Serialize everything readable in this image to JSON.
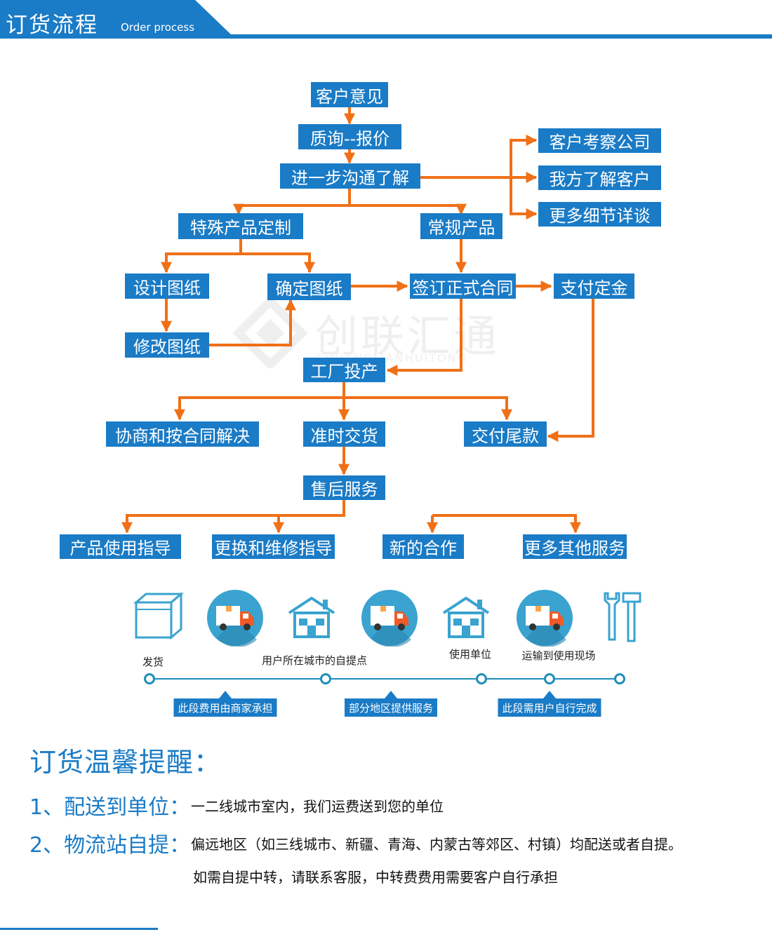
{
  "header": {
    "title": "订货流程",
    "subtitle": "Order process",
    "accent": "#1a7bc6"
  },
  "watermark": {
    "text": "创联汇通",
    "sub": "CHUANGLIANHUITONG"
  },
  "flow": {
    "node_color": "#1a7bc6",
    "arrow_color": "#f07017",
    "nodes": {
      "customer_opinion": "客户意见",
      "inquiry_quote": "质询--报价",
      "further_communication": "进一步沟通了解",
      "customer_visit": "客户考察公司",
      "know_customer": "我方了解客户",
      "more_details": "更多细节详谈",
      "special_product": "特殊产品定制",
      "regular_product": "常规产品",
      "design_drawing": "设计图纸",
      "confirm_drawing": "确定图纸",
      "sign_contract": "签订正式合同",
      "pay_deposit": "支付定金",
      "modify_drawing": "修改图纸",
      "factory_production": "工厂投产",
      "negotiate_resolve": "协商和按合同解决",
      "on_time_delivery": "准时交货",
      "pay_balance": "交付尾款",
      "after_sales": "售后服务",
      "usage_guidance": "产品使用指导",
      "replace_repair": "更换和维修指导",
      "new_cooperation": "新的合作",
      "more_services": "更多其他服务"
    }
  },
  "logistics": {
    "icon_color": "#3aa3cf",
    "steps": [
      "发货",
      "用户所在城市的自提点",
      "使用单位",
      "运输到使用现场"
    ],
    "segments": [
      "此段费用由商家承担",
      "部分地区提供服务",
      "此段需用户自行完成"
    ],
    "icons": [
      "box-icon",
      "truck-icon",
      "house-icon",
      "truck-icon",
      "house-icon",
      "truck-icon",
      "tools-icon"
    ]
  },
  "tips": {
    "title": "订货温馨提醒：",
    "items": [
      {
        "label": "1、配送到单位：",
        "text": "一二线城市室内，我们运费送到您的单位"
      },
      {
        "label": "2、物流站自提：",
        "text": "偏远地区（如三线城市、新疆、青海、内蒙古等郊区、村镇）均配送或者自提。",
        "text2": "如需自提中转，请联系客服，中转费费用需要客户自行承担"
      }
    ]
  }
}
